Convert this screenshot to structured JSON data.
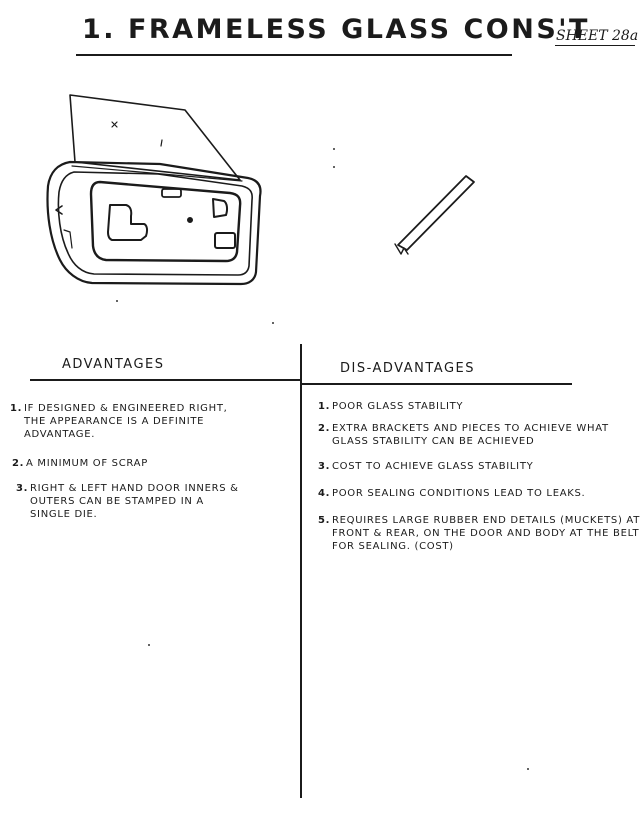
{
  "title": "1. FRAMELESS GLASS CONS'T",
  "sheet_label": "SHEET 28a",
  "advantages": {
    "heading": "ADVANTAGES",
    "items": [
      {
        "number": "1.",
        "text": "IF DESIGNED & ENGINEERED RIGHT, THE APPEARANCE IS A DEFINITE ADVANTAGE."
      },
      {
        "number": "2.",
        "text": "A MINIMUM OF SCRAP"
      },
      {
        "number": "3.",
        "text": "RIGHT & LEFT HAND DOOR INNERS & OUTERS CAN BE STAMPED IN A SINGLE DIE."
      }
    ]
  },
  "disadvantages": {
    "heading": "DIS-ADVANTAGES",
    "items": [
      {
        "number": "1.",
        "text": "POOR GLASS STABILITY"
      },
      {
        "number": "2.",
        "text": "EXTRA BRACKETS AND PIECES TO ACHIEVE WHAT GLASS STABILITY CAN BE ACHIEVED"
      },
      {
        "number": "3.",
        "text": "COST TO ACHIEVE GLASS STABILITY"
      },
      {
        "number": "4.",
        "text": "POOR SEALING CONDITIONS LEAD TO LEAKS."
      },
      {
        "number": "5.",
        "text": "REQUIRES LARGE RUBBER END DETAILS (MUCKETS) AT FRONT & REAR, ON THE DOOR AND BODY AT THE BELT FOR SEALING. (COST)"
      }
    ]
  }
}
